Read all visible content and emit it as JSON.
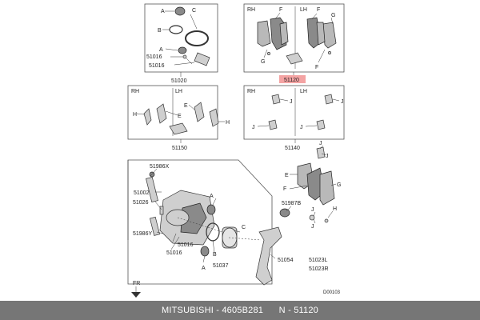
{
  "labels": {
    "rh": "RH",
    "lh": "LH",
    "a": "A",
    "b": "B",
    "c": "C",
    "e": "E",
    "f": "F",
    "g": "G",
    "h": "H",
    "j": "J",
    "fr": "FR"
  },
  "part_numbers": {
    "p51020": "51020",
    "p51016": "51016",
    "p51120": "51120",
    "p51150": "51150",
    "p51140": "51140",
    "p51986x": "51986X",
    "p51002": "51002",
    "p51026": "51026",
    "p51986y": "51986Y",
    "p51037": "51037",
    "p51987b": "51987B",
    "p51054": "51054",
    "p51023l": "51023L",
    "p51023r": "51023R"
  },
  "diagram_code": "D00103",
  "highlight_color": "#f4a3a3",
  "footer": {
    "brand": "MITSUBISHI",
    "part_number": "4605B281",
    "catalog_ref": "N - 51120"
  }
}
